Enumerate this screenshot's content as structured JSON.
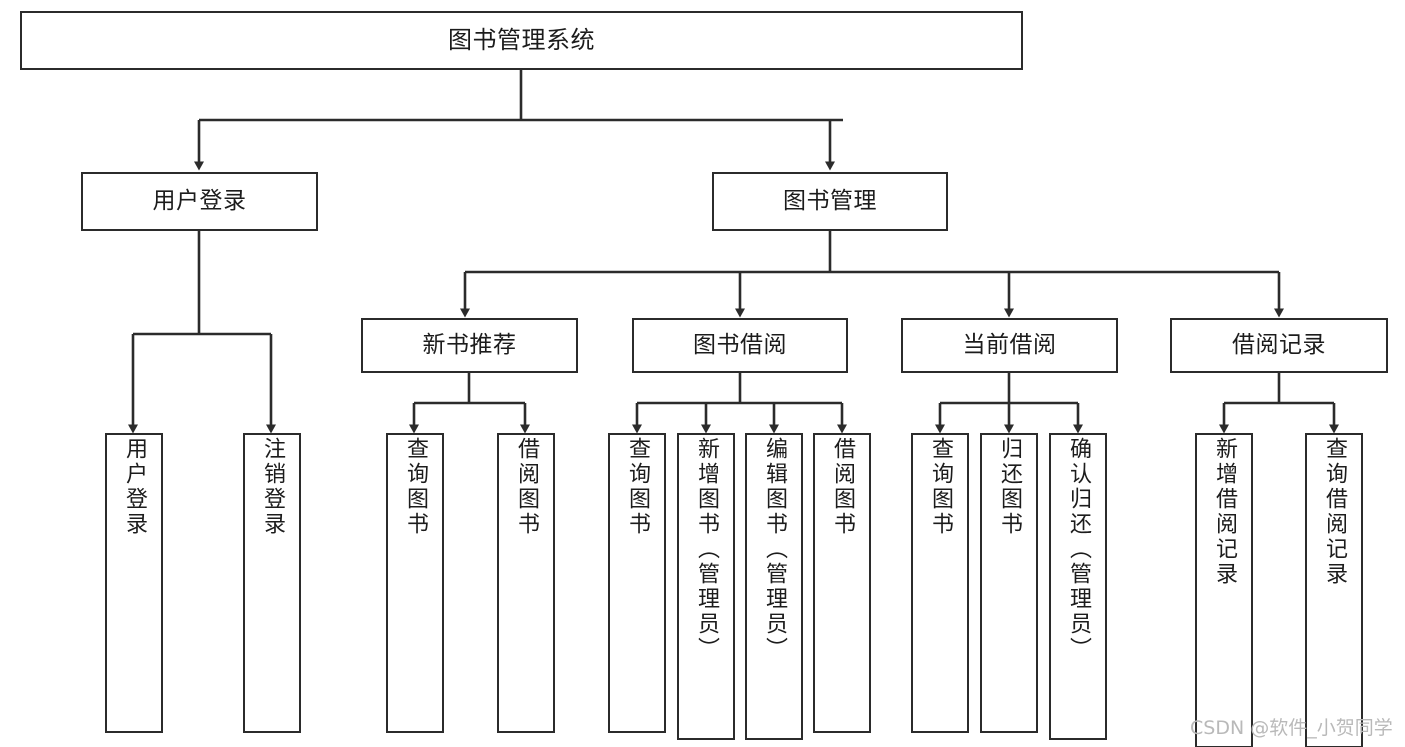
{
  "diagram": {
    "type": "tree-hierarchy",
    "title": "图书管理系统",
    "watermark": "CSDN @软件_小贺同学",
    "colors": {
      "node_border": "#2b2b2b",
      "node_fill": "#ffffff",
      "edge": "#2b2b2b",
      "text": "#1c1c1c",
      "watermark": "#b9b9b9",
      "background": "#ffffff"
    },
    "nodes": {
      "root": {
        "label": "图书管理系统"
      },
      "level2": [
        {
          "id": "user-login",
          "label": "用户登录"
        },
        {
          "id": "book-manage",
          "label": "图书管理"
        }
      ],
      "level3": [
        {
          "id": "new-book-recommend",
          "label": "新书推荐"
        },
        {
          "id": "book-borrow",
          "label": "图书借阅"
        },
        {
          "id": "current-borrow",
          "label": "当前借阅"
        },
        {
          "id": "borrow-record",
          "label": "借阅记录"
        }
      ],
      "leaves": {
        "user-login": [
          {
            "id": "leaf-user-login",
            "label": "用户登录"
          },
          {
            "id": "leaf-user-logout",
            "label": "注销登录"
          }
        ],
        "new-book-recommend": [
          {
            "id": "leaf-query-book-1",
            "label": "查询图书"
          },
          {
            "id": "leaf-borrow-book-1",
            "label": "借阅图书"
          }
        ],
        "book-borrow": [
          {
            "id": "leaf-query-book-2",
            "label": "查询图书"
          },
          {
            "id": "leaf-add-book",
            "label": "新增图书（管理员）"
          },
          {
            "id": "leaf-edit-book",
            "label": "编辑图书（管理员）"
          },
          {
            "id": "leaf-borrow-book-2",
            "label": "借阅图书"
          }
        ],
        "current-borrow": [
          {
            "id": "leaf-query-book-3",
            "label": "查询图书"
          },
          {
            "id": "leaf-return-book",
            "label": "归还图书"
          },
          {
            "id": "leaf-confirm-return",
            "label": "确认归还（管理员）"
          }
        ],
        "borrow-record": [
          {
            "id": "leaf-add-record",
            "label": "新增借阅记录"
          },
          {
            "id": "leaf-query-record",
            "label": "查询借阅记录"
          }
        ]
      }
    }
  }
}
